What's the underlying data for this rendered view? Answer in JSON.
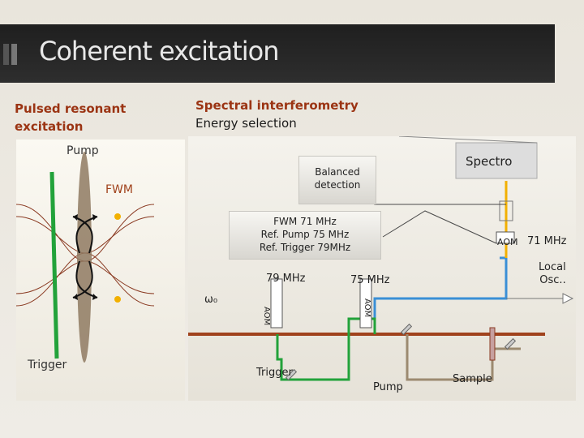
{
  "title": "Coherent excitation",
  "heading_left": "Pulsed resonant excitation",
  "heading_mid_line1": "Spectral interferometry",
  "heading_mid_line2": "Energy selection",
  "left_panel": {
    "pump_label": "Pump",
    "fwm_label": "FWM",
    "trigger_label": "Trigger"
  },
  "setup": {
    "spectro_label": "Spectro",
    "balanced_detection_line1": "Balanced",
    "balanced_detection_line2": "detection",
    "freq_box_line1": "FWM 71 MHz",
    "freq_box_line2": "Ref. Pump 75 MHz",
    "freq_box_line3": "Ref. Trigger 79MHz",
    "aom_label": "AOM",
    "aom_freq_71": "71 MHz",
    "local_osc_line1": "Local",
    "local_osc_line2": "Osc..",
    "freq_79": "79 MHz",
    "freq_75": "75 MHz",
    "omega_label": "ω₀",
    "aom_vertical_1": "AOM",
    "aom_vertical_2": "AOM",
    "trigger_label": "Trigger",
    "pump_label": "Pump",
    "sample_label": "Sample"
  },
  "colors": {
    "heading_accent": "#9b3413",
    "beam_main": "#a0421c",
    "beam_trigger": "#22a23a",
    "beam_pump": "#9c8a70",
    "beam_local_osc": "#3a8fd6",
    "fwm_signal": "#f2b000",
    "fwm_box_line": "#4a4a4a"
  }
}
